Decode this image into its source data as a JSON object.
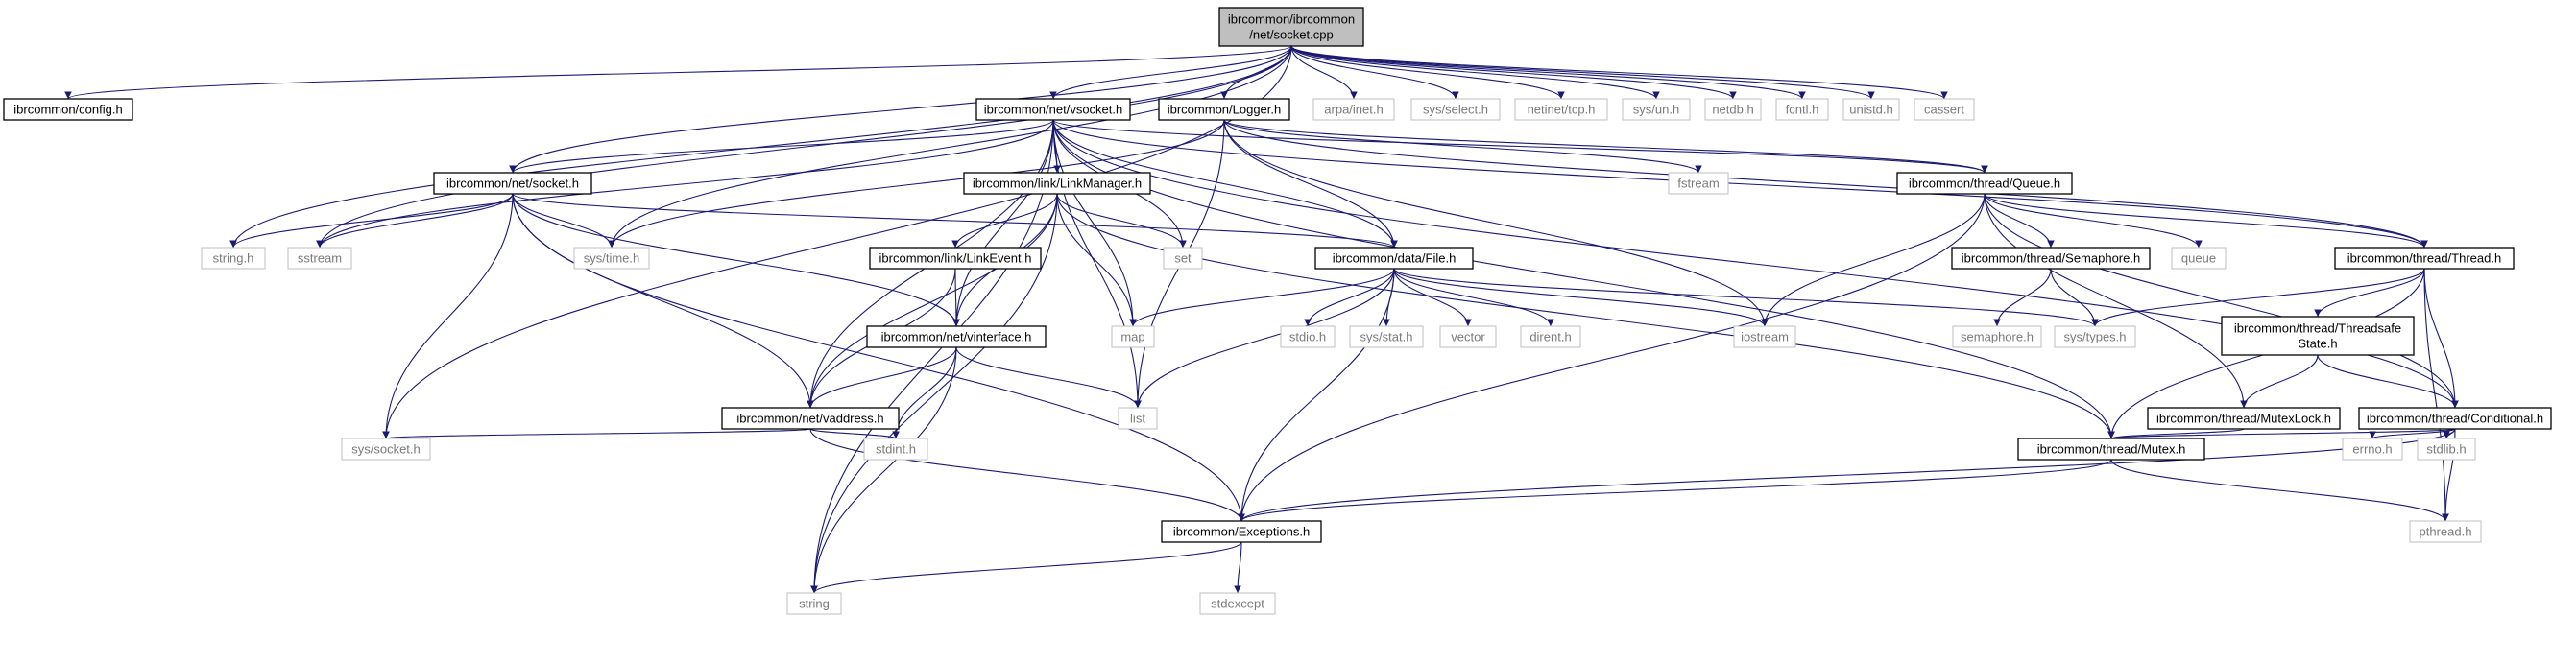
{
  "diagram": {
    "title": "",
    "colors": {
      "edge": "#191970",
      "root_fill": "#bfbfbf",
      "project_border": "#000000",
      "system_border": "#bfbfbf",
      "system_text": "#7a7a7a"
    },
    "nodes": [
      {
        "id": "socket_cpp",
        "lines": [
          "ibrcommon/ibrcommon",
          "/net/socket.cpp"
        ],
        "kind": "root"
      },
      {
        "id": "config_h",
        "lines": [
          "ibrcommon/config.h"
        ],
        "kind": "project"
      },
      {
        "id": "vsocket_h",
        "lines": [
          "ibrcommon/net/vsocket.h"
        ],
        "kind": "project"
      },
      {
        "id": "logger_h",
        "lines": [
          "ibrcommon/Logger.h"
        ],
        "kind": "project"
      },
      {
        "id": "arpa_inet_h",
        "lines": [
          "arpa/inet.h"
        ],
        "kind": "system"
      },
      {
        "id": "sys_select_h",
        "lines": [
          "sys/select.h"
        ],
        "kind": "system"
      },
      {
        "id": "netinet_tcp_h",
        "lines": [
          "netinet/tcp.h"
        ],
        "kind": "system"
      },
      {
        "id": "sys_un_h",
        "lines": [
          "sys/un.h"
        ],
        "kind": "system"
      },
      {
        "id": "netdb_h",
        "lines": [
          "netdb.h"
        ],
        "kind": "system"
      },
      {
        "id": "fcntl_h",
        "lines": [
          "fcntl.h"
        ],
        "kind": "system"
      },
      {
        "id": "unistd_h",
        "lines": [
          "unistd.h"
        ],
        "kind": "system"
      },
      {
        "id": "cassert",
        "lines": [
          "cassert"
        ],
        "kind": "system"
      },
      {
        "id": "net_socket_h",
        "lines": [
          "ibrcommon/net/socket.h"
        ],
        "kind": "project"
      },
      {
        "id": "linkmanager_h",
        "lines": [
          "ibrcommon/link/LinkManager.h"
        ],
        "kind": "project"
      },
      {
        "id": "fstream",
        "lines": [
          "fstream"
        ],
        "kind": "system"
      },
      {
        "id": "queue_h",
        "lines": [
          "ibrcommon/thread/Queue.h"
        ],
        "kind": "project"
      },
      {
        "id": "string_h",
        "lines": [
          "string.h"
        ],
        "kind": "system"
      },
      {
        "id": "sstream",
        "lines": [
          "sstream"
        ],
        "kind": "system"
      },
      {
        "id": "sys_time_h",
        "lines": [
          "sys/time.h"
        ],
        "kind": "system"
      },
      {
        "id": "set",
        "lines": [
          "set"
        ],
        "kind": "system"
      },
      {
        "id": "linkevent_h",
        "lines": [
          "ibrcommon/link/LinkEvent.h"
        ],
        "kind": "project"
      },
      {
        "id": "file_h",
        "lines": [
          "ibrcommon/data/File.h"
        ],
        "kind": "project"
      },
      {
        "id": "semaphore_h_proj",
        "lines": [
          "ibrcommon/thread/Semaphore.h"
        ],
        "kind": "project"
      },
      {
        "id": "queue",
        "lines": [
          "queue"
        ],
        "kind": "system"
      },
      {
        "id": "thread_h",
        "lines": [
          "ibrcommon/thread/Thread.h"
        ],
        "kind": "project"
      },
      {
        "id": "map",
        "lines": [
          "map"
        ],
        "kind": "system"
      },
      {
        "id": "vinterface_h",
        "lines": [
          "ibrcommon/net/vinterface.h"
        ],
        "kind": "project"
      },
      {
        "id": "stdio_h",
        "lines": [
          "stdio.h"
        ],
        "kind": "system"
      },
      {
        "id": "sys_stat_h",
        "lines": [
          "sys/stat.h"
        ],
        "kind": "system"
      },
      {
        "id": "vector",
        "lines": [
          "vector"
        ],
        "kind": "system"
      },
      {
        "id": "dirent_h",
        "lines": [
          "dirent.h"
        ],
        "kind": "system"
      },
      {
        "id": "iostream",
        "lines": [
          "iostream"
        ],
        "kind": "system"
      },
      {
        "id": "semaphore_h",
        "lines": [
          "semaphore.h"
        ],
        "kind": "system"
      },
      {
        "id": "sys_types_h",
        "lines": [
          "sys/types.h"
        ],
        "kind": "system"
      },
      {
        "id": "threadsafestate_h",
        "lines": [
          "ibrcommon/thread/Threadsafe",
          "State.h"
        ],
        "kind": "project"
      },
      {
        "id": "vaddress_h",
        "lines": [
          "ibrcommon/net/vaddress.h"
        ],
        "kind": "project"
      },
      {
        "id": "list",
        "lines": [
          "list"
        ],
        "kind": "system"
      },
      {
        "id": "mutexlock_h",
        "lines": [
          "ibrcommon/thread/MutexLock.h"
        ],
        "kind": "project"
      },
      {
        "id": "conditional_h",
        "lines": [
          "ibrcommon/thread/Conditional.h"
        ],
        "kind": "project"
      },
      {
        "id": "sys_socket_h",
        "lines": [
          "sys/socket.h"
        ],
        "kind": "system"
      },
      {
        "id": "stdint_h",
        "lines": [
          "stdint.h"
        ],
        "kind": "system"
      },
      {
        "id": "mutex_h",
        "lines": [
          "ibrcommon/thread/Mutex.h"
        ],
        "kind": "project"
      },
      {
        "id": "errno_h",
        "lines": [
          "errno.h"
        ],
        "kind": "system"
      },
      {
        "id": "stdlib_h",
        "lines": [
          "stdlib.h"
        ],
        "kind": "system"
      },
      {
        "id": "exceptions_h",
        "lines": [
          "ibrcommon/Exceptions.h"
        ],
        "kind": "project"
      },
      {
        "id": "pthread_h",
        "lines": [
          "pthread.h"
        ],
        "kind": "system"
      },
      {
        "id": "string",
        "lines": [
          "string"
        ],
        "kind": "system"
      },
      {
        "id": "stdexcept",
        "lines": [
          "stdexcept"
        ],
        "kind": "system"
      }
    ],
    "edges": [
      [
        "socket_cpp",
        "config_h"
      ],
      [
        "socket_cpp",
        "vsocket_h"
      ],
      [
        "socket_cpp",
        "logger_h"
      ],
      [
        "socket_cpp",
        "arpa_inet_h"
      ],
      [
        "socket_cpp",
        "sys_select_h"
      ],
      [
        "socket_cpp",
        "netinet_tcp_h"
      ],
      [
        "socket_cpp",
        "sys_un_h"
      ],
      [
        "socket_cpp",
        "netdb_h"
      ],
      [
        "socket_cpp",
        "fcntl_h"
      ],
      [
        "socket_cpp",
        "unistd_h"
      ],
      [
        "socket_cpp",
        "cassert"
      ],
      [
        "socket_cpp",
        "net_socket_h"
      ],
      [
        "socket_cpp",
        "string_h"
      ],
      [
        "socket_cpp",
        "sstream"
      ],
      [
        "socket_cpp",
        "sys_time_h"
      ],
      [
        "socket_cpp",
        "sys_socket_h"
      ],
      [
        "vsocket_h",
        "net_socket_h"
      ],
      [
        "vsocket_h",
        "linkmanager_h"
      ],
      [
        "vsocket_h",
        "set"
      ],
      [
        "vsocket_h",
        "file_h"
      ],
      [
        "vsocket_h",
        "map"
      ],
      [
        "vsocket_h",
        "list"
      ],
      [
        "vsocket_h",
        "vinterface_h"
      ],
      [
        "vsocket_h",
        "vaddress_h"
      ],
      [
        "vsocket_h",
        "mutex_h"
      ],
      [
        "vsocket_h",
        "queue_h"
      ],
      [
        "vsocket_h",
        "thread_h"
      ],
      [
        "vsocket_h",
        "conditional_h"
      ],
      [
        "vsocket_h",
        "string"
      ],
      [
        "vsocket_h",
        "sstream"
      ],
      [
        "logger_h",
        "fstream"
      ],
      [
        "logger_h",
        "iostream"
      ],
      [
        "logger_h",
        "file_h"
      ],
      [
        "logger_h",
        "list"
      ],
      [
        "logger_h",
        "sys_time_h"
      ],
      [
        "logger_h",
        "thread_h"
      ],
      [
        "logger_h",
        "queue_h"
      ],
      [
        "net_socket_h",
        "string_h"
      ],
      [
        "net_socket_h",
        "sstream"
      ],
      [
        "net_socket_h",
        "sys_time_h"
      ],
      [
        "net_socket_h",
        "file_h"
      ],
      [
        "net_socket_h",
        "vinterface_h"
      ],
      [
        "net_socket_h",
        "vaddress_h"
      ],
      [
        "net_socket_h",
        "sys_socket_h"
      ],
      [
        "net_socket_h",
        "exceptions_h"
      ],
      [
        "linkmanager_h",
        "linkevent_h"
      ],
      [
        "linkmanager_h",
        "vinterface_h"
      ],
      [
        "linkmanager_h",
        "set"
      ],
      [
        "linkmanager_h",
        "map"
      ],
      [
        "linkmanager_h",
        "mutex_h"
      ],
      [
        "linkmanager_h",
        "vaddress_h"
      ],
      [
        "linkmanager_h",
        "string"
      ],
      [
        "linkevent_h",
        "vinterface_h"
      ],
      [
        "linkevent_h",
        "vaddress_h"
      ],
      [
        "file_h",
        "map"
      ],
      [
        "file_h",
        "stdio_h"
      ],
      [
        "file_h",
        "sys_stat_h"
      ],
      [
        "file_h",
        "vector"
      ],
      [
        "file_h",
        "dirent_h"
      ],
      [
        "file_h",
        "iostream"
      ],
      [
        "file_h",
        "list"
      ],
      [
        "file_h",
        "sys_types_h"
      ],
      [
        "file_h",
        "exceptions_h"
      ],
      [
        "queue_h",
        "semaphore_h_proj"
      ],
      [
        "queue_h",
        "queue"
      ],
      [
        "queue_h",
        "thread_h"
      ],
      [
        "queue_h",
        "iostream"
      ],
      [
        "queue_h",
        "mutexlock_h"
      ],
      [
        "queue_h",
        "conditional_h"
      ],
      [
        "queue_h",
        "exceptions_h"
      ],
      [
        "semaphore_h_proj",
        "semaphore_h"
      ],
      [
        "semaphore_h_proj",
        "sys_types_h"
      ],
      [
        "thread_h",
        "sys_types_h"
      ],
      [
        "thread_h",
        "threadsafestate_h"
      ],
      [
        "thread_h",
        "conditional_h"
      ],
      [
        "thread_h",
        "mutex_h"
      ],
      [
        "thread_h",
        "pthread_h"
      ],
      [
        "threadsafestate_h",
        "mutexlock_h"
      ],
      [
        "threadsafestate_h",
        "conditional_h"
      ],
      [
        "vinterface_h",
        "vaddress_h"
      ],
      [
        "vinterface_h",
        "list"
      ],
      [
        "vinterface_h",
        "stdint_h"
      ],
      [
        "vinterface_h",
        "string"
      ],
      [
        "vaddress_h",
        "sys_socket_h"
      ],
      [
        "vaddress_h",
        "stdint_h"
      ],
      [
        "vaddress_h",
        "exceptions_h"
      ],
      [
        "mutexlock_h",
        "mutex_h"
      ],
      [
        "conditional_h",
        "mutex_h"
      ],
      [
        "conditional_h",
        "errno_h"
      ],
      [
        "conditional_h",
        "stdlib_h"
      ],
      [
        "conditional_h",
        "pthread_h"
      ],
      [
        "conditional_h",
        "exceptions_h"
      ],
      [
        "mutex_h",
        "exceptions_h"
      ],
      [
        "mutex_h",
        "pthread_h"
      ],
      [
        "exceptions_h",
        "string"
      ],
      [
        "exceptions_h",
        "stdexcept"
      ]
    ]
  }
}
